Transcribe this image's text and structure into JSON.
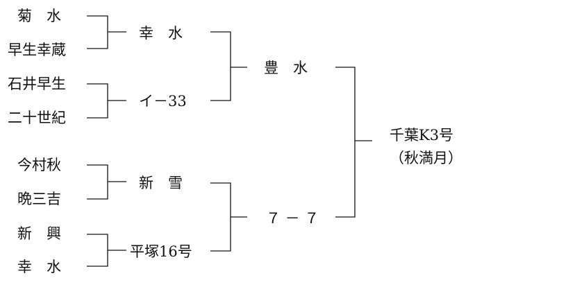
{
  "varieties": {
    "parents_r1": [
      "菊　水",
      "早生幸蔵",
      "石井早生",
      "二十世紀",
      "今村秋",
      "晩三吉",
      "新　興",
      "幸　水"
    ],
    "gen2": [
      "幸　水",
      "イ－33",
      "新　雪",
      "平塚16号"
    ],
    "gen3": [
      "豊　水",
      "７ － ７"
    ],
    "final_name": "千葉K3号",
    "final_alias": "（秋満月）"
  },
  "colors": {
    "line": "#111111",
    "text": "#111111",
    "background": "#ffffff"
  }
}
